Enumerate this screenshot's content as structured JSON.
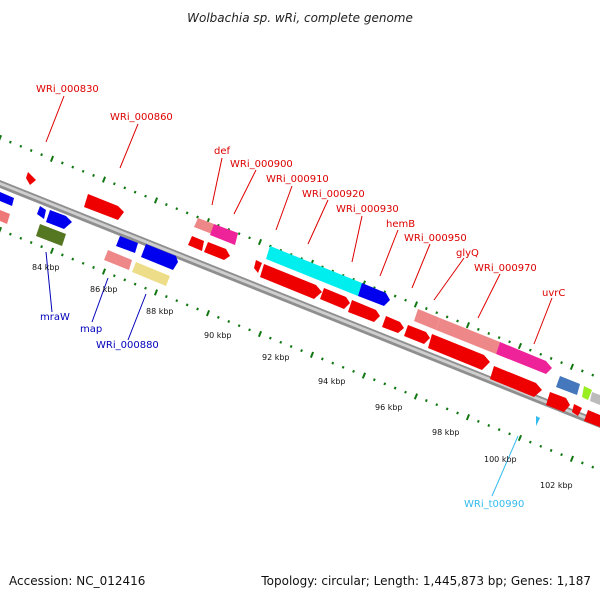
{
  "title": "Wolbachia sp. wRi, complete genome",
  "footer": {
    "accession": "Accession: NC_012416",
    "summary": "Topology: circular; Length: 1,445,873 bp; Genes: 1,187"
  },
  "colors": {
    "forward_label": "#dd0000",
    "reverse_label": "#0000bb",
    "trna_label": "#33bbee",
    "backbone": "#888888",
    "tick": "#117711"
  },
  "scale_ticks": [
    "84 kbp",
    "86 kbp",
    "88 kbp",
    "90 kbp",
    "92 kbp",
    "94 kbp",
    "96 kbp",
    "98 kbp",
    "100 kbp",
    "102 kbp"
  ],
  "upper_labels": [
    "WRi_000830",
    "WRi_000860",
    "def",
    "WRi_000900",
    "WRi_000910",
    "WRi_000920",
    "WRi_000930",
    "hemB",
    "WRi_000950",
    "glyQ",
    "WRi_000970",
    "uvrC"
  ],
  "lower_labels": [
    "mraW",
    "map",
    "WRi_000880",
    "WRi_t00990"
  ]
}
